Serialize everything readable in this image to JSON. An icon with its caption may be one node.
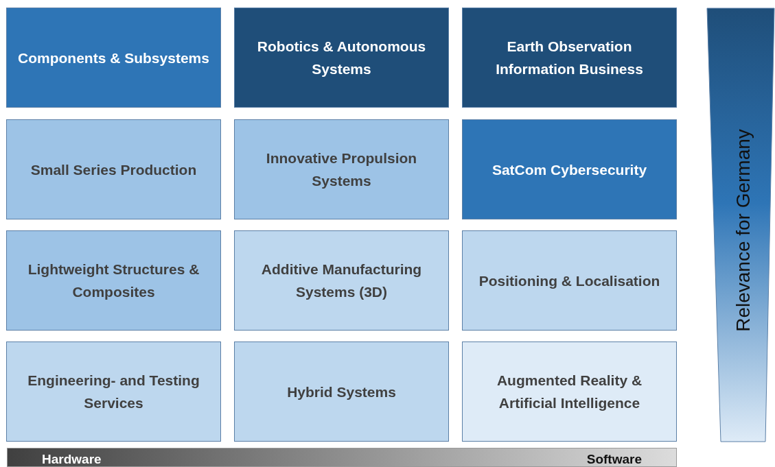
{
  "diagram": {
    "nodes": [
      {
        "text": [
          "Components & Subsystems"
        ]
      },
      {
        "text": [
          "Robotics & Autonomous Systems"
        ]
      },
      {
        "text": [
          "Earth Observation Information Business"
        ]
      },
      {
        "text": [
          "Small Series Production"
        ]
      },
      {
        "text": [
          "Innovative Propulsion Systems"
        ]
      },
      {
        "text": [
          "SatCom Cybersecurity"
        ]
      },
      {
        "text": [
          "Lightweight Structures & Composites"
        ]
      },
      {
        "text": [
          "Additive Manufacturing Systems (3D)"
        ]
      },
      {
        "text": [
          "Positioning & Localisation"
        ]
      },
      {
        "text": [
          "Engineering- and Testing Services"
        ]
      },
      {
        "text": [
          "Hybrid Systems"
        ]
      },
      {
        "text": [
          "Augmented Reality & Artificial Intelligence"
        ]
      },
      {
        "text": [
          "Relevance for Germany"
        ]
      },
      {
        "text": [
          "Hardware",
          "Software"
        ]
      }
    ]
  }
}
